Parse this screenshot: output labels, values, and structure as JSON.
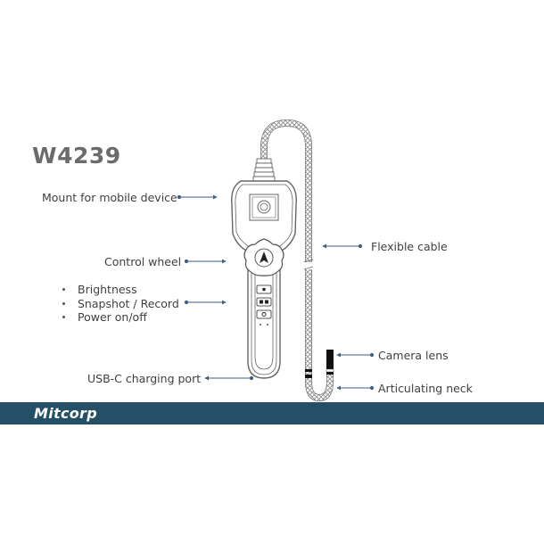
{
  "title": "W4239",
  "labels": {
    "mount": "Mount for mobile device",
    "control_wheel": "Control wheel",
    "buttons": [
      "Brightness",
      "Snapshot / Record",
      "Power on/off"
    ],
    "usb": "USB-C charging port",
    "cable": "Flexible cable",
    "lens": "Camera lens",
    "neck": "Articulating neck"
  },
  "banner": {
    "brand": "Mitcorp",
    "color": "#244f66"
  },
  "colors": {
    "callout_line": "#3e5e82",
    "text": "#3f3f3f",
    "title": "#6b6b6b"
  },
  "icons": {
    "brightness": "sun-icon",
    "snapshot_record": "camera-record-icon",
    "power": "power-icon",
    "wheel": "arrow-up-icon"
  }
}
